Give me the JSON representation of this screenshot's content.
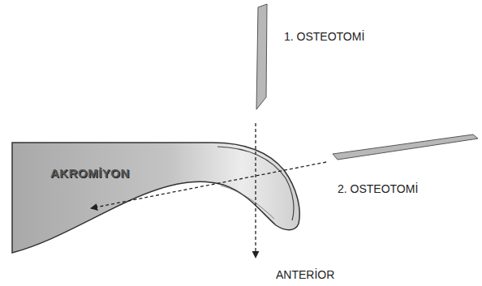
{
  "diagram": {
    "nodes": [
      {
        "text": [
          "AKROMİYON"
        ]
      }
    ],
    "labels": [
      "1. OSTEOTOMİ",
      "2. OSTEOTOMİ",
      "ANTERİOR"
    ]
  }
}
